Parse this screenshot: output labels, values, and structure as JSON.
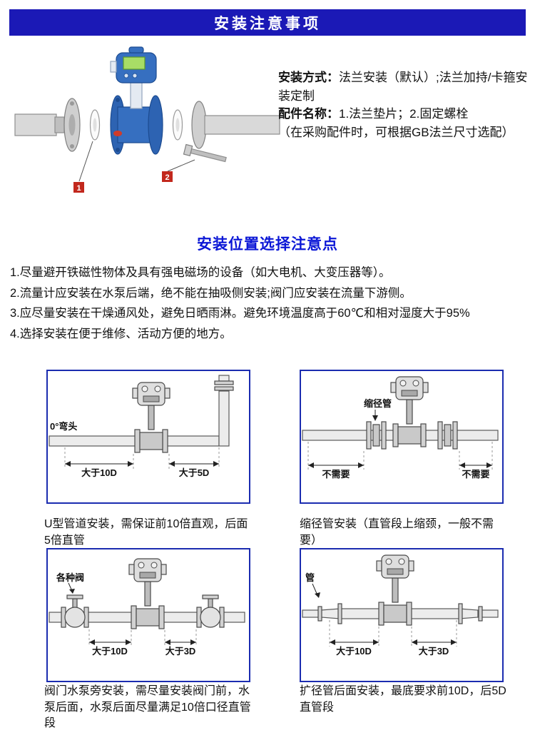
{
  "header": {
    "title": "安装注意事项"
  },
  "product": {
    "install_label": "安装方式：",
    "install_text": "法兰安装（默认）;法兰加持/卡箍安装定制",
    "parts_label": "配件名称：",
    "parts_text": "1.法兰垫片；2.固定螺栓",
    "parts_note": "（在采购配件时，可根据GB法兰尺寸选配）",
    "callouts": [
      "1",
      "2"
    ]
  },
  "section_title": "安装位置选择注意点",
  "notes": [
    "1.尽量避开铁磁性物体及具有强电磁场的设备（如大电机、大变压器等）。",
    "2.流量计应安装在水泵后端，绝不能在抽吸侧安装;阀门应安装在流量下游侧。",
    "3.应尽量安装在干燥通风处，避免日晒雨淋。避免环境温度高于60℃和相对湿度大于95%",
    "4.选择安装在便于维修、活动方便的地方。"
  ],
  "diagrams": {
    "elbow": {
      "corner_label": "0°弯头",
      "dim_left": "大于10D",
      "dim_right": "大于5D",
      "caption": "U型管道安装，需保证前10倍直观，后面5倍直管"
    },
    "reducer": {
      "top_label": "缩径管",
      "dim_left": "不需要",
      "dim_right": "不需要",
      "caption": "缩径管安装（直管段上缩颈，一般不需要）"
    },
    "valve": {
      "top_label": "各种阀",
      "dim_left": "大于10D",
      "dim_right": "大于3D",
      "caption": "阀门水泵旁安装，需尽量安装阀门前，水泵后面，水泵后面尽量满足10倍口径直管段"
    },
    "expander": {
      "top_label": "管",
      "dim_left": "大于10D",
      "dim_right": "大于3D",
      "caption": "扩径管后面安装，最底要求前10D，后5D直管段"
    }
  },
  "colors": {
    "header_bg": "#1b19b6",
    "accent_blue": "#0b17d6",
    "box_border": "#1b2cb0",
    "meter_blue": "#2d63b2",
    "callout_red": "#c2281d"
  }
}
